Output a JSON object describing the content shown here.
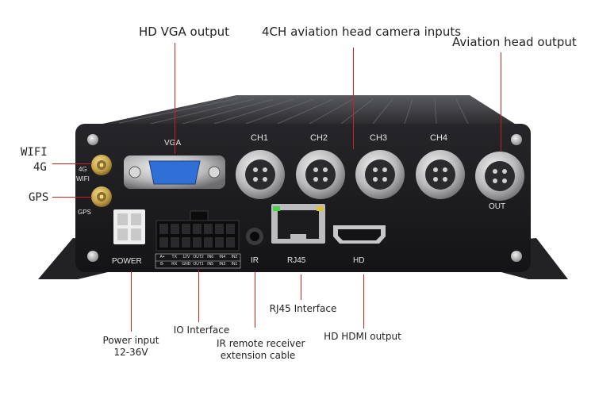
{
  "callouts": {
    "hd_vga_output": "HD VGA output",
    "camera_inputs": "4CH aviation head camera inputs",
    "aviation_head_output": "Aviation head output",
    "wifi": "WIFI",
    "fourg": "4G",
    "gps": "GPS",
    "power_input_line1": "Power input",
    "power_input_line2": "12-36V",
    "io_interface": "IO Interface",
    "ir_line1": "IR remote receiver",
    "ir_line2": "extension cable",
    "rj45_interface": "RJ45 Interface",
    "hd_hdmi_output": "HD HDMI output"
  },
  "panel_labels": {
    "vga": "VGA",
    "ch1": "CH1",
    "ch2": "CH2",
    "ch3": "CH3",
    "ch4": "CH4",
    "out": "OUT",
    "antenna_4g": "4G",
    "antenna_wifi": "WIFI",
    "antenna_gps": "GPS",
    "power": "POWER",
    "ir": "IR",
    "rj45": "RJ45",
    "hd": "HD",
    "io_row1": [
      "A+",
      "TX",
      "12V",
      "OUT2",
      "IN6",
      "IN4",
      "IN2"
    ],
    "io_row2": [
      "B-",
      "RX",
      "GND",
      "OUT1",
      "IN5",
      "IN3",
      "IN1"
    ]
  },
  "colors": {
    "callout_line": "#d0201e",
    "device_body": "#1b1b1d",
    "vga_blue": "#2f6fd6",
    "gold": "#c9a44a"
  }
}
